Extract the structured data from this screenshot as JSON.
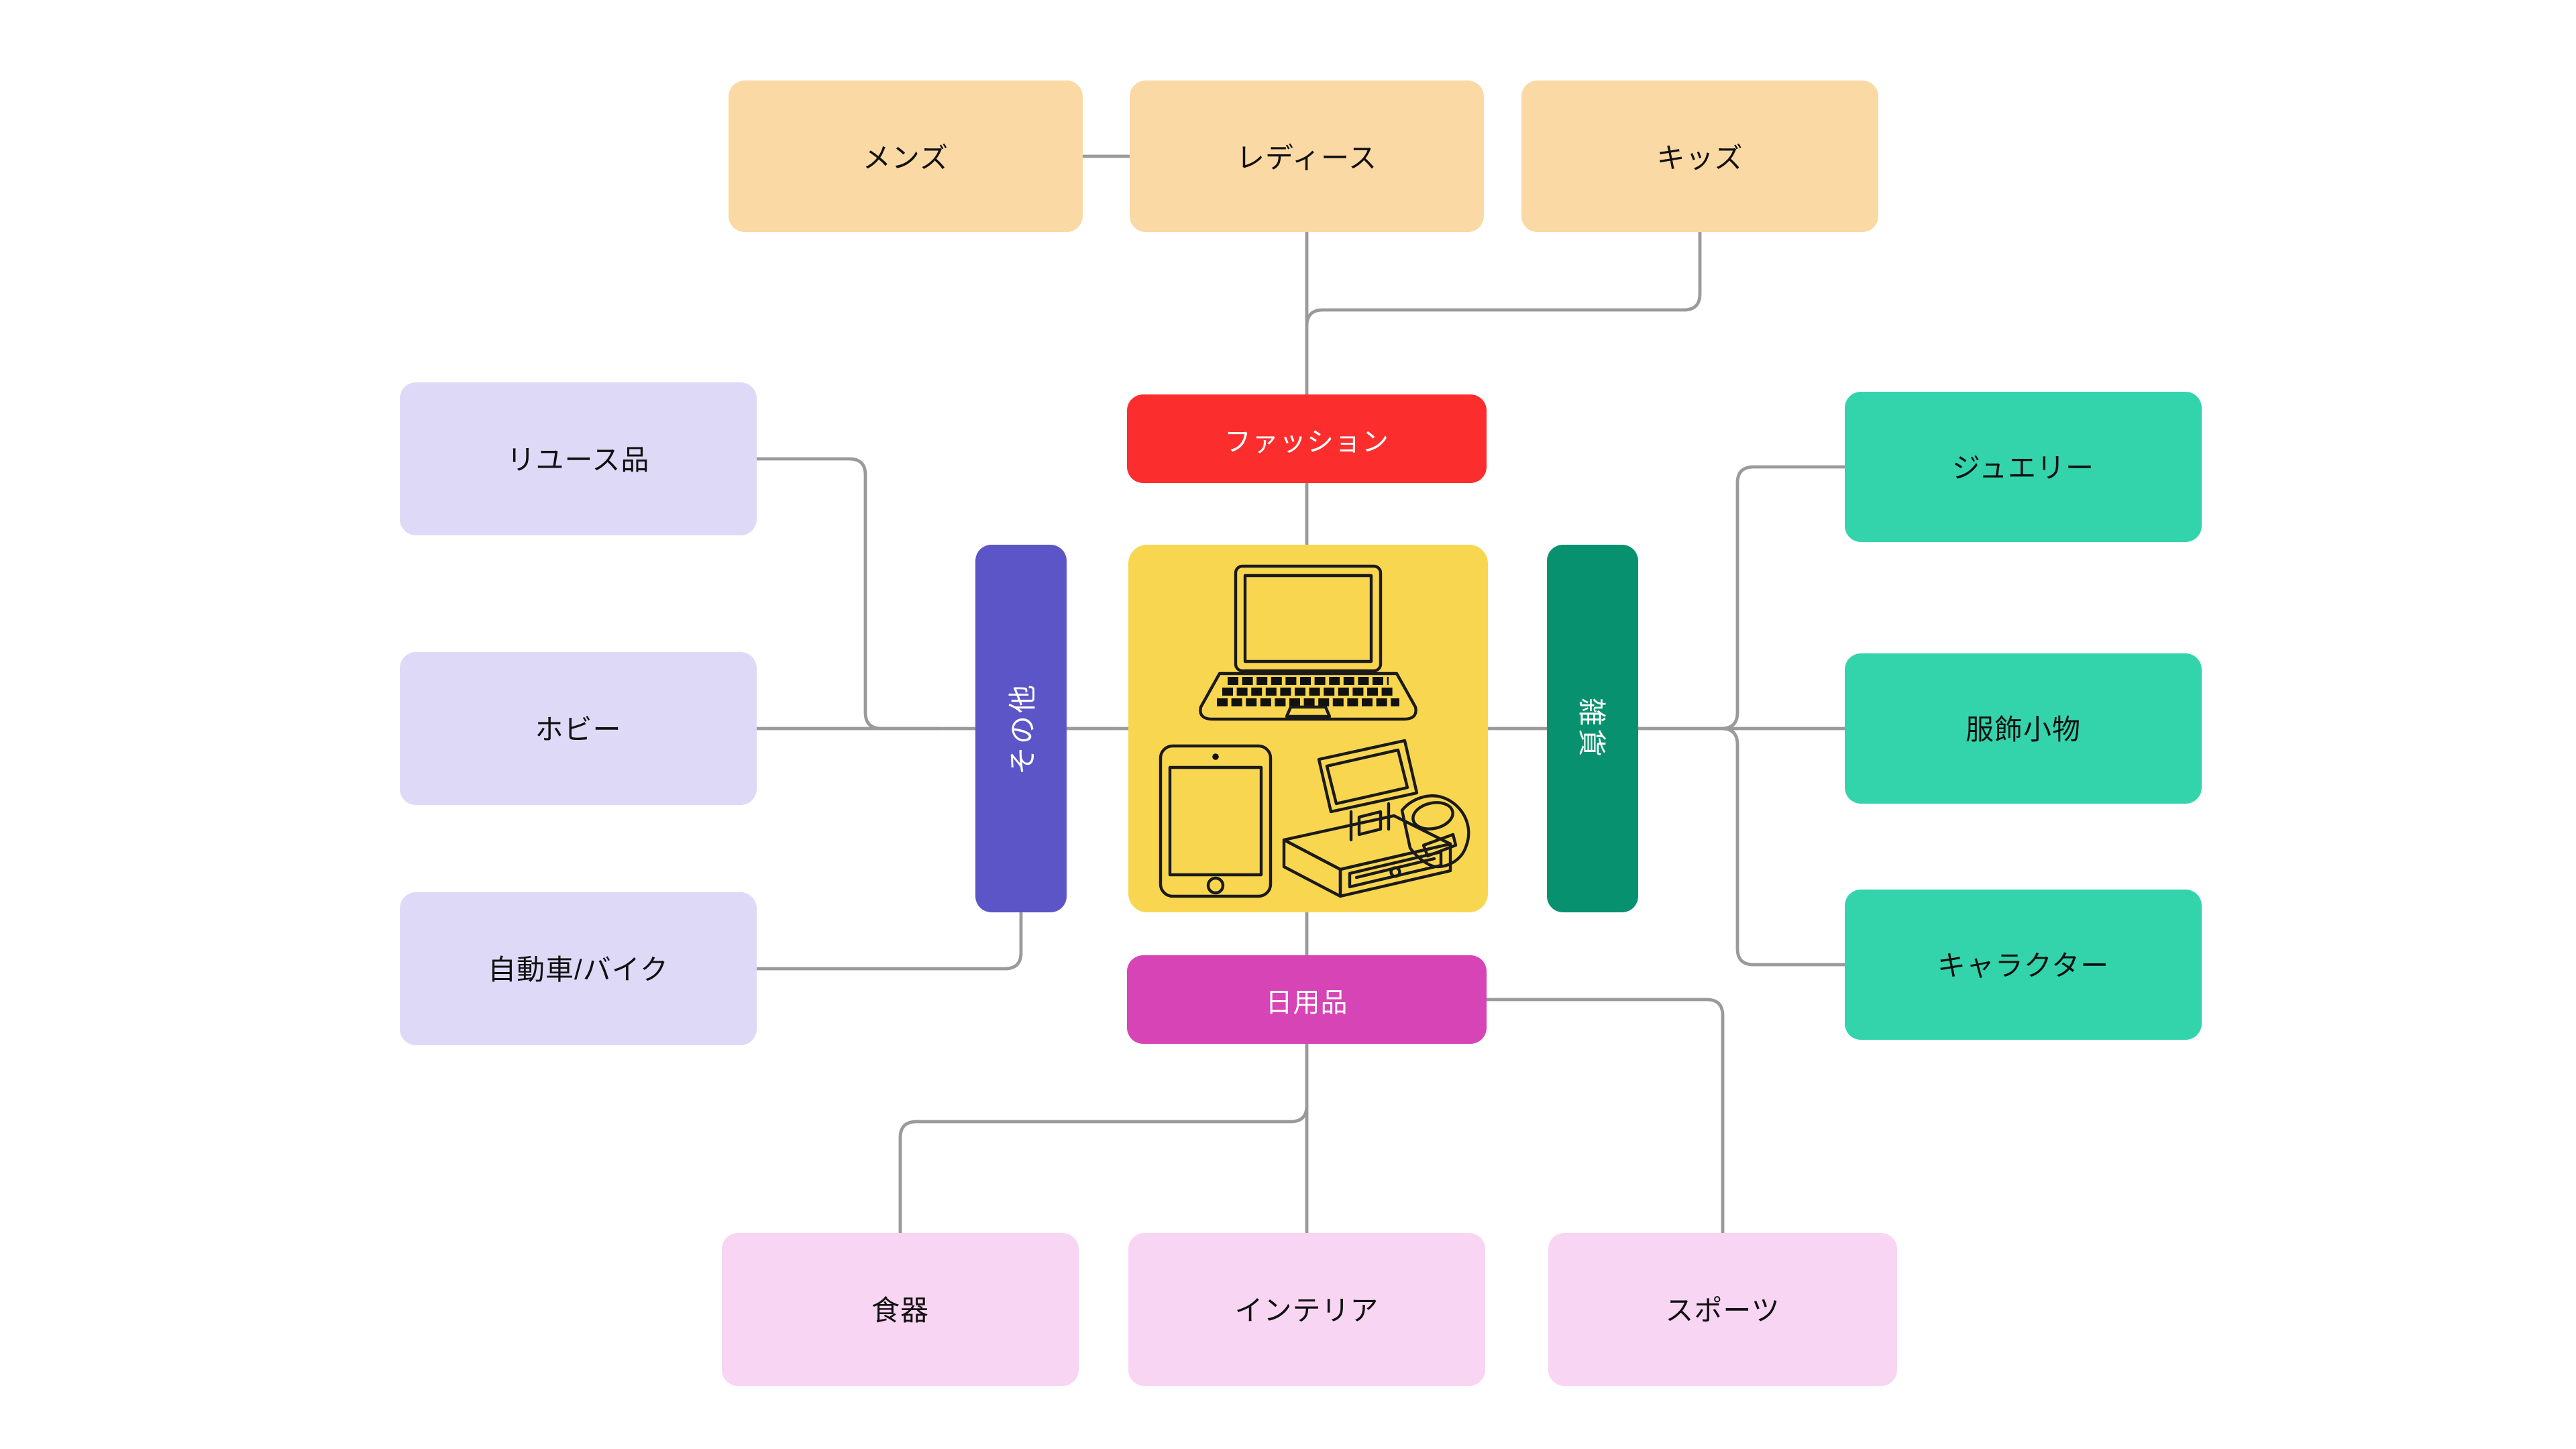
{
  "nodes": {
    "mens": {
      "label": "メンズ"
    },
    "ladies": {
      "label": "レディース"
    },
    "kids": {
      "label": "キッズ"
    },
    "fashion": {
      "label": "ファッション"
    },
    "reuse": {
      "label": "リユース品"
    },
    "hobby": {
      "label": "ホビー"
    },
    "car_bike": {
      "label": "自動車/バイク"
    },
    "others": {
      "label": "その他"
    },
    "sundries": {
      "label": "雑貨"
    },
    "jewelry": {
      "label": "ジュエリー"
    },
    "accessories": {
      "label": "服飾小物"
    },
    "character": {
      "label": "キャラクター"
    },
    "daily": {
      "label": "日用品"
    },
    "tableware": {
      "label": "食器"
    },
    "interior": {
      "label": "インテリア"
    },
    "sports": {
      "label": "スポーツ"
    }
  },
  "center_icons": [
    "laptop-icon",
    "tablet-icon",
    "pos-register-icon"
  ],
  "colors": {
    "fashion_group": "#FAD9A4",
    "fashion": "#FB2D2D",
    "center": "#F8D650",
    "others": "#5C55C7",
    "sundries": "#08916F",
    "sundries_group": "#33D4AC",
    "others_group": "#DFD9F8",
    "daily": "#D644B5",
    "daily_group": "#F8D5F2",
    "connector": "#9A9A9A",
    "background": "#FFFFFF"
  }
}
